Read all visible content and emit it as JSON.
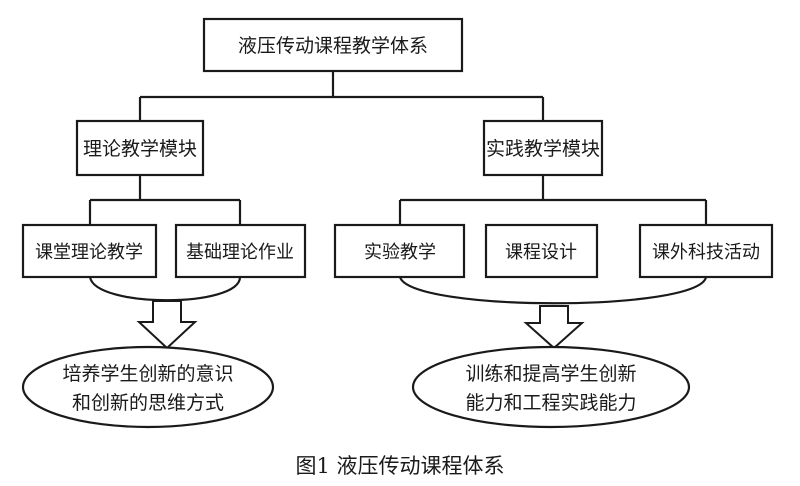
{
  "root": {
    "label": "液压传动课程教学体系"
  },
  "modules": [
    {
      "label": "理论教学模块",
      "items": [
        "课堂理论教学",
        "基础理论作业"
      ],
      "outcome": [
        "培养学生创新的意识",
        "和创新的思维方式"
      ]
    },
    {
      "label": "实践教学模块",
      "items": [
        "实验教学",
        "课程设计",
        "课外科技活动"
      ],
      "outcome": [
        "训练和提高学生创新",
        "能力和工程实践能力"
      ]
    }
  ],
  "caption": "图1 液压传动课程体系"
}
